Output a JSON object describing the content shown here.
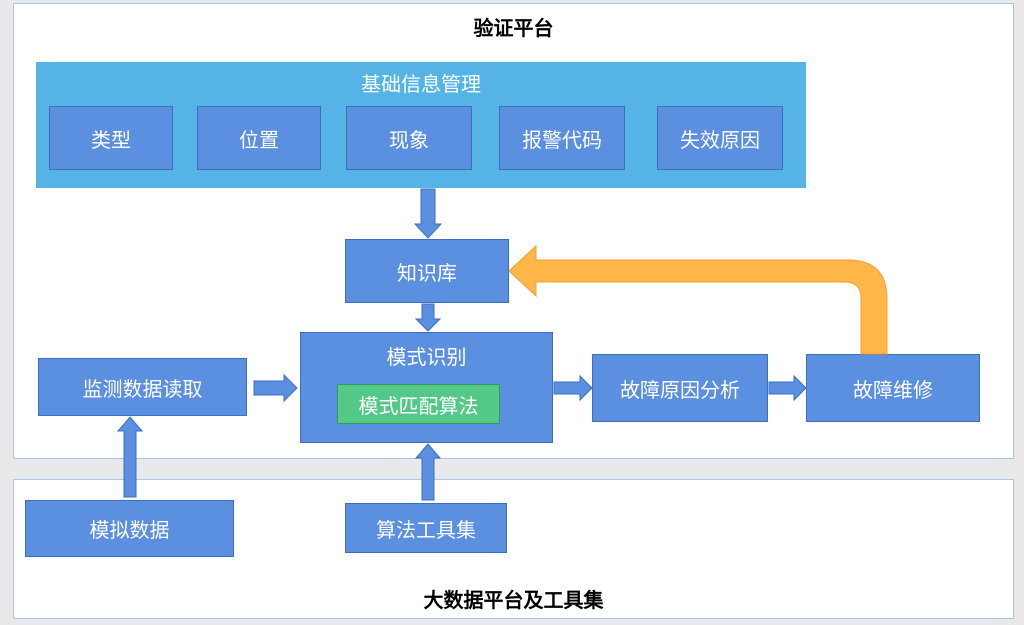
{
  "verification_platform": {
    "title": "验证平台",
    "basic_info": {
      "title": "基础信息管理",
      "items": [
        "类型",
        "位置",
        "现象",
        "报警代码",
        "失效原因"
      ]
    },
    "knowledge_base": "知识库",
    "pattern_recognition": {
      "title": "模式识别",
      "algorithm": "模式匹配算法"
    },
    "monitoring_read": "监测数据读取",
    "fault_cause_analysis": "故障原因分析",
    "fault_repair": "故障维修"
  },
  "big_data_platform": {
    "title": "大数据平台及工具集",
    "simulated_data": "模拟数据",
    "algorithm_toolset": "算法工具集"
  },
  "colors": {
    "box_blue": "#5b8fe0",
    "panel_blue": "#56b3e6",
    "green": "#54c987",
    "feedback_orange": "#ffb74a"
  }
}
